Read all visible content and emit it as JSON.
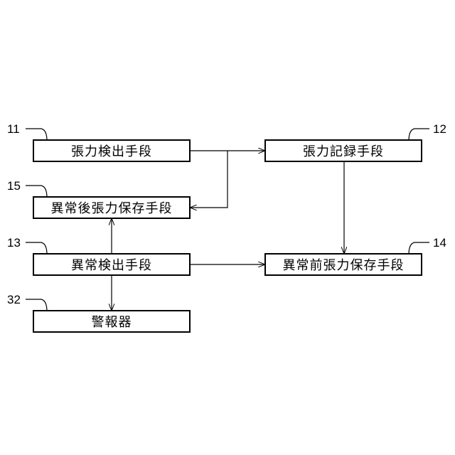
{
  "blocks": {
    "tension_detect": {
      "label": "張力検出手段",
      "ref": "11"
    },
    "tension_record": {
      "label": "張力記録手段",
      "ref": "12"
    },
    "anomaly_detect": {
      "label": "異常検出手段",
      "ref": "13"
    },
    "pre_anomaly_save": {
      "label": "異常前張力保存手段",
      "ref": "14"
    },
    "post_anomaly_save": {
      "label": "異常後張力保存手段",
      "ref": "15"
    },
    "alarm": {
      "label": "警報器",
      "ref": "32"
    }
  }
}
